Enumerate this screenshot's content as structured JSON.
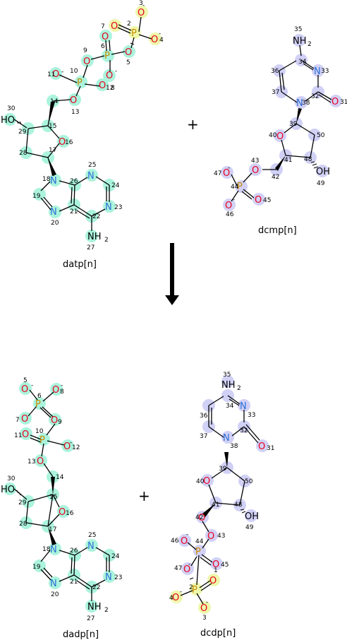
{
  "molecules": {
    "datp": {
      "name": "datp[n]"
    },
    "dcmp": {
      "name": "dcmp[n]"
    },
    "dadp": {
      "name": "dadp[n]"
    },
    "dcdp": {
      "name": "dcdp[n]"
    }
  },
  "operators": {
    "plus": "+"
  },
  "elements": {
    "O": "O",
    "P": "P",
    "N": "N",
    "HO": "HO",
    "OH": "OH",
    "NH2": "NH"
  },
  "charges": {
    "minus": "-"
  },
  "colors": {
    "adenine_highlight": "#8ff0d2",
    "cytidine_highlight": "#c9c9f5",
    "phosphate_highlight": "#eef7a6",
    "oxygen": "#e8001c",
    "nitrogen": "#2b6fd6",
    "phosphorus": "#c88a00",
    "bond": "#000000"
  }
}
